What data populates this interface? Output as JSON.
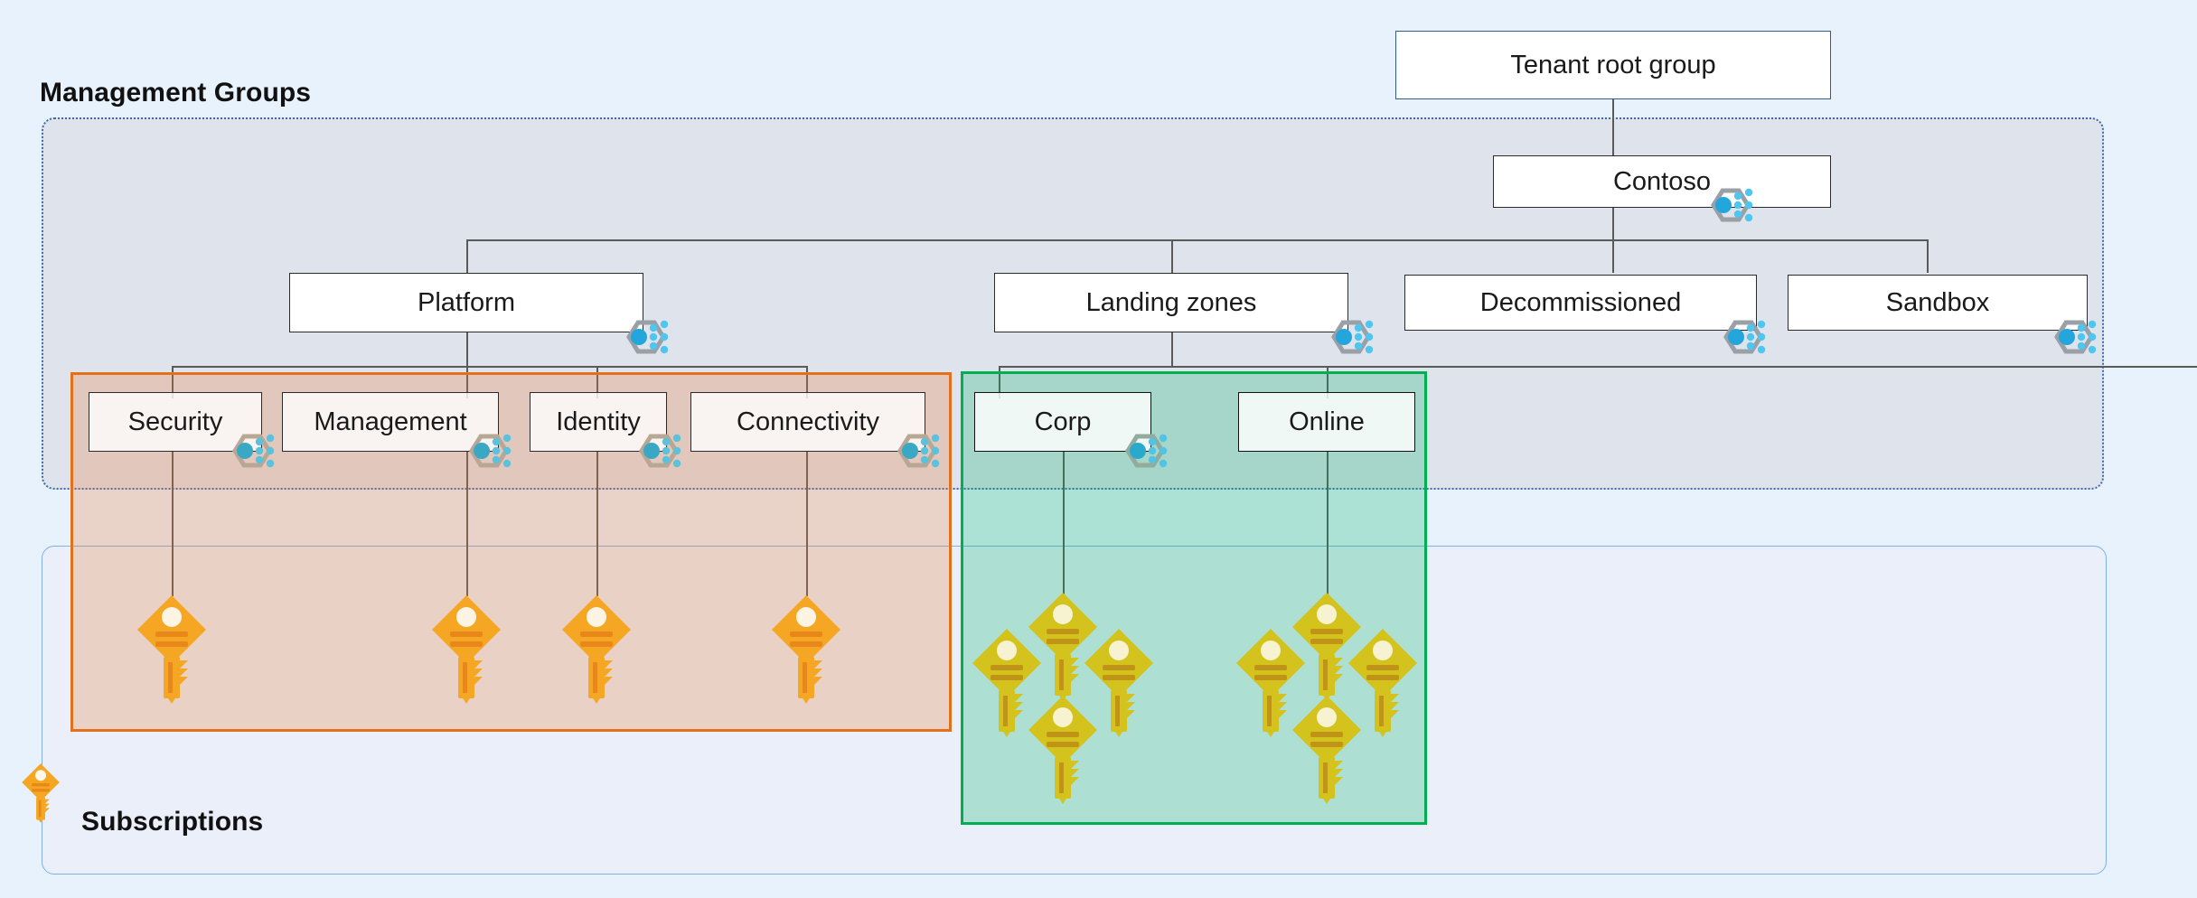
{
  "sections": {
    "management_groups_label": "Management Groups",
    "subscriptions_label": "Subscriptions"
  },
  "colors": {
    "canvas_background": "#e8f2fc",
    "management_groups_panel": "#dfe3ec",
    "management_groups_border": "#3a6ab0",
    "subscriptions_panel": "#eaeff9",
    "subscriptions_border": "#7fb0e6",
    "platform_region_fill": "#edc9ab",
    "platform_region_border": "#e3711c",
    "landingzone_region_fill": "#b4ddc6",
    "landingzone_region_border": "#00b050",
    "node_fill": "#ffffff",
    "node_border": "#2b2b2b",
    "connector": "#5a5a5a",
    "mg_icon_hex": "#9aa0a6",
    "mg_icon_dot": "#32b5e5",
    "key_orange": "#f5a623",
    "key_olive": "#c9bc1b"
  },
  "nodes": {
    "tenant_root": {
      "label": "Tenant root group",
      "has_mg_icon": false
    },
    "contoso": {
      "label": "Contoso",
      "has_mg_icon": true
    },
    "platform": {
      "label": "Platform",
      "has_mg_icon": true
    },
    "landing_zones": {
      "label": "Landing zones",
      "has_mg_icon": true
    },
    "decommissioned": {
      "label": "Decommissioned",
      "has_mg_icon": true
    },
    "sandbox": {
      "label": "Sandbox",
      "has_mg_icon": true
    },
    "security": {
      "label": "Security",
      "has_mg_icon": true
    },
    "management": {
      "label": "Management",
      "has_mg_icon": true
    },
    "identity": {
      "label": "Identity",
      "has_mg_icon": true
    },
    "connectivity": {
      "label": "Connectivity",
      "has_mg_icon": true
    },
    "corp": {
      "label": "Corp",
      "has_mg_icon": true
    },
    "online": {
      "label": "Online",
      "has_mg_icon": false
    }
  },
  "hierarchy": {
    "root": "Tenant root group",
    "levels": [
      {
        "parent": "Tenant root group",
        "children": [
          "Contoso"
        ]
      },
      {
        "parent": "Contoso",
        "children": [
          "Platform",
          "Landing zones",
          "Decommissioned",
          "Sandbox"
        ]
      },
      {
        "parent": "Platform",
        "children": [
          "Security",
          "Management",
          "Identity",
          "Connectivity"
        ]
      },
      {
        "parent": "Landing zones",
        "children": [
          "Corp",
          "Online"
        ]
      }
    ]
  },
  "subscription_groups": [
    {
      "parent": "Security",
      "count": 1,
      "color": "orange"
    },
    {
      "parent": "Management",
      "count": 1,
      "color": "orange"
    },
    {
      "parent": "Identity",
      "count": 1,
      "color": "orange"
    },
    {
      "parent": "Connectivity",
      "count": 1,
      "color": "orange"
    },
    {
      "parent": "Corp",
      "count": 4,
      "color": "olive"
    },
    {
      "parent": "Online",
      "count": 4,
      "color": "olive"
    }
  ],
  "icons": {
    "management_group": "management-group-icon",
    "subscription": "subscription-key-icon"
  }
}
